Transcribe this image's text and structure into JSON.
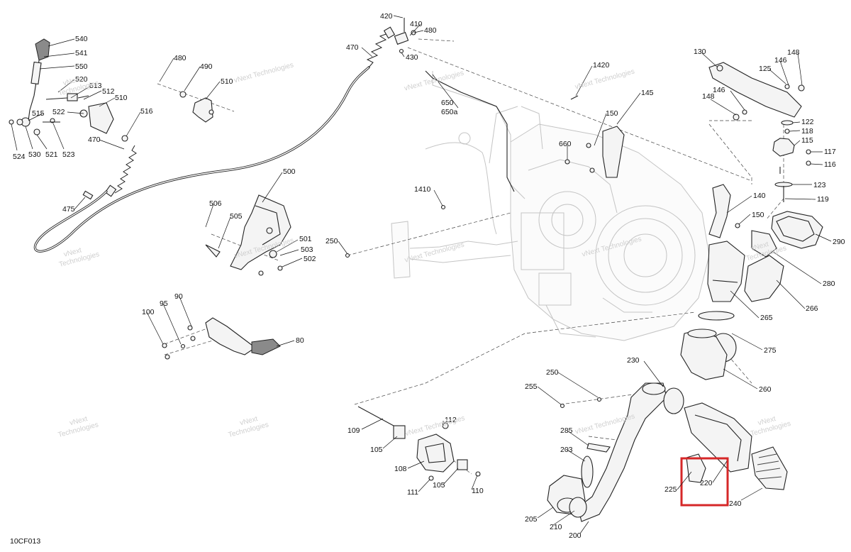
{
  "diagram": {
    "code": "10CF013",
    "watermark_lines": [
      "vNext",
      "Technologies"
    ],
    "watermark_single": "vNext Technologies",
    "highlight_color": "#d62728",
    "callouts": [
      "540",
      "541",
      "550",
      "520",
      "513",
      "512",
      "510",
      "515",
      "522",
      "524",
      "530",
      "521",
      "523",
      "516",
      "470",
      "475",
      "480",
      "490",
      "510",
      "420",
      "410",
      "480",
      "430",
      "470",
      "650",
      "650a",
      "1420",
      "145",
      "150",
      "660",
      "1410",
      "500",
      "506",
      "505",
      "501",
      "503",
      "502",
      "250",
      "130",
      "148",
      "146",
      "125",
      "148",
      "146",
      "122",
      "118",
      "115",
      "117",
      "116",
      "123",
      "119",
      "140",
      "150",
      "290",
      "280",
      "266",
      "265",
      "275",
      "260",
      "90",
      "95",
      "100",
      "80",
      "230",
      "250",
      "255",
      "109",
      "112",
      "105",
      "108",
      "111",
      "105",
      "110",
      "285",
      "203",
      "205",
      "210",
      "200",
      "225",
      "220",
      "240"
    ]
  }
}
